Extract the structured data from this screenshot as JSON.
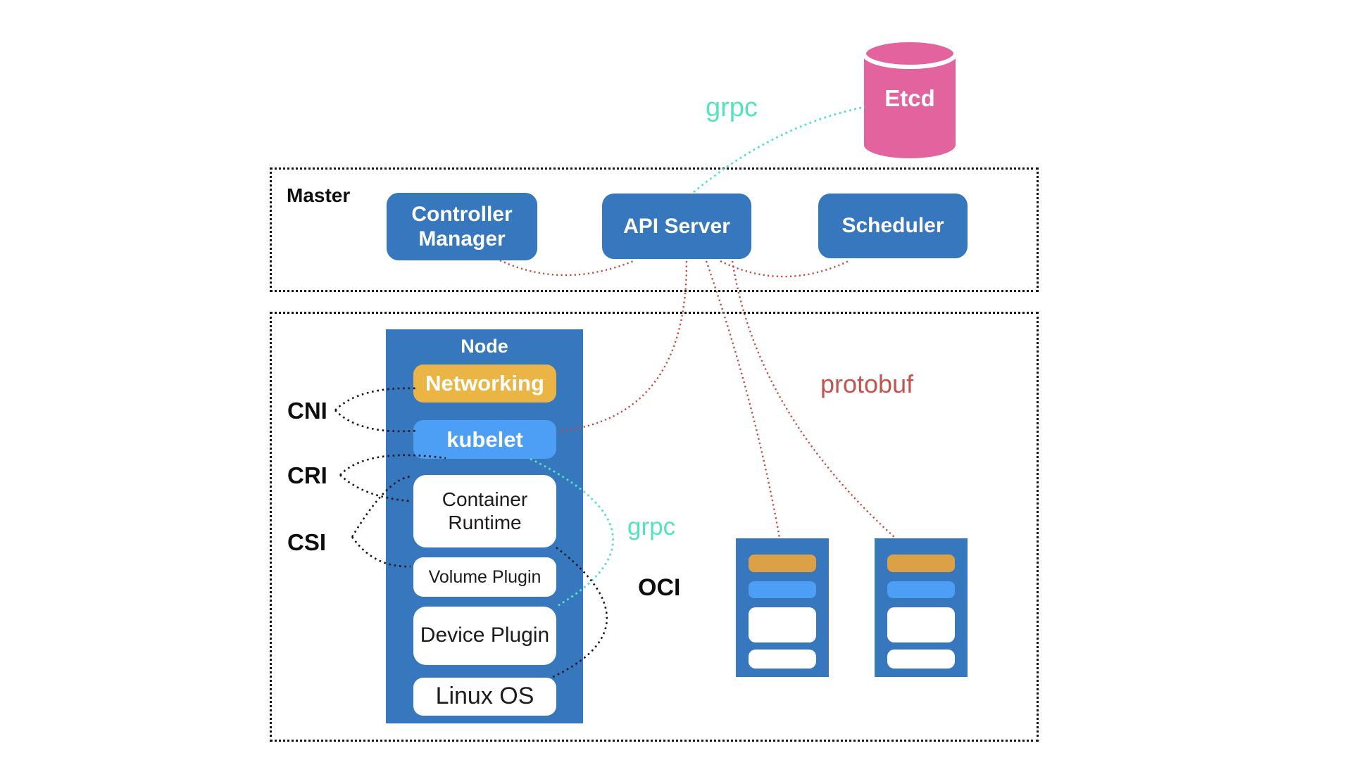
{
  "master": {
    "label": "Master",
    "boxes": [
      {
        "label": "Controller Manager"
      },
      {
        "label": "API Server"
      },
      {
        "label": "Scheduler"
      }
    ]
  },
  "etcd": {
    "label": "Etcd"
  },
  "node": {
    "label": "Node",
    "stack": [
      {
        "label": "Networking",
        "style": "yellow"
      },
      {
        "label": "kubelet",
        "style": "light-blue"
      },
      {
        "label": "Container Runtime",
        "style": "white"
      },
      {
        "label": "Volume Plugin",
        "style": "white"
      },
      {
        "label": "Device Plugin",
        "style": "white"
      },
      {
        "label": "Linux OS",
        "style": "white"
      }
    ]
  },
  "interfaces": {
    "cni": "CNI",
    "cri": "CRI",
    "csi": "CSI",
    "oci": "OCI"
  },
  "protocols": {
    "grpc_api_etcd": "grpc",
    "grpc_kubelet_runtime": "grpc",
    "protobuf": "protobuf"
  },
  "worker_nodes": [
    {
      "bars": [
        "orange",
        "blue",
        "white",
        "white"
      ]
    },
    {
      "bars": [
        "orange",
        "blue",
        "white",
        "white"
      ]
    }
  ],
  "colors": {
    "primary_blue": "#3677BD",
    "light_blue": "#4C9FF5",
    "yellow": "#EAB544",
    "orange": "#DCA047",
    "pink": "#E2639E",
    "teal": "#57E2BF",
    "red": "#C8473D",
    "line_black": "#161616"
  }
}
